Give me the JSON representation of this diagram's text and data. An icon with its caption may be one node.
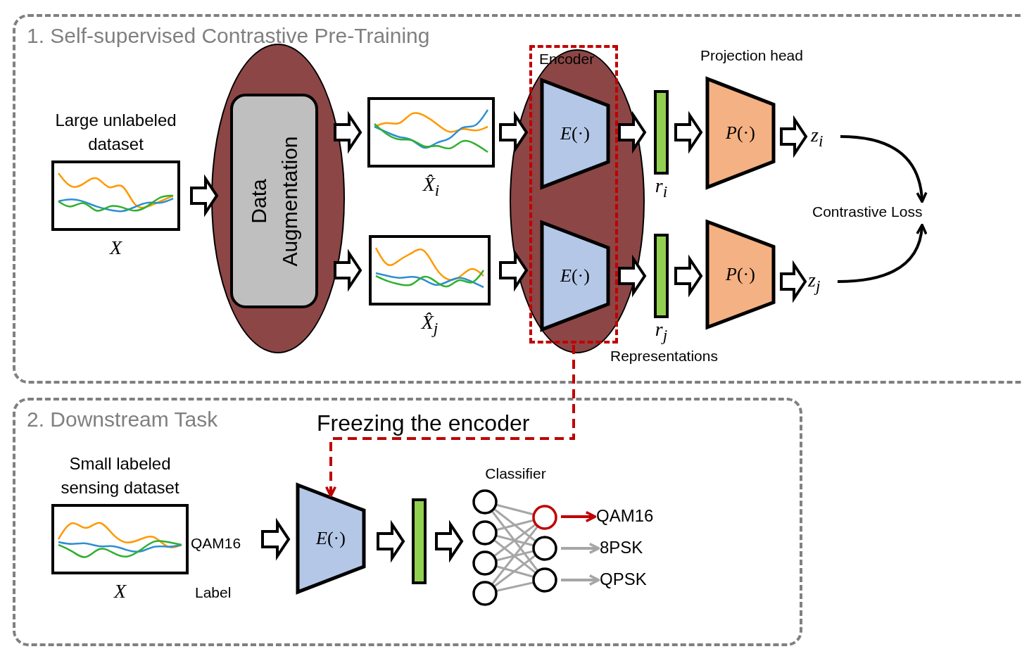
{
  "diagram": {
    "nodes": [
      {
        "text": [
          "1. Self-supervised Contrastive Pre-Training"
        ]
      },
      {
        "text": [
          "Large unlabeled dataset"
        ],
        "beside": [
          "X"
        ],
        "in": 0
      },
      {
        "text": [],
        "shape": "ellipse",
        "in": 0
      },
      {
        "text": [
          "Data Augmentation"
        ],
        "in": 2
      },
      {
        "text": [],
        "shape": "picture",
        "beside": [
          "X̂$_{i}$"
        ],
        "in": 0
      },
      {
        "text": [],
        "shape": "picture",
        "beside": [
          "X̂$_{j}$"
        ],
        "in": 0
      },
      {
        "text": [],
        "shape": "ellipse",
        "in": 0
      },
      {
        "text": [
          "Encoder"
        ],
        "in": 6
      },
      {
        "text": [
          "*E*(·)"
        ],
        "in": 7
      },
      {
        "text": [
          "*E*(·)"
        ],
        "in": 7
      },
      {
        "text": [],
        "shape": "bar",
        "beside": [
          "r$_{i}$"
        ],
        "in": 0
      },
      {
        "text": [],
        "shape": "bar",
        "beside": [
          "r$_{j}$"
        ],
        "in": 0
      },
      {
        "text": [
          "*P*(·)"
        ],
        "in": 0
      },
      {
        "text": [
          "*P*(·)"
        ],
        "in": 0
      },
      {
        "text": [
          "z$_{i}$"
        ],
        "in": 0
      },
      {
        "text": [
          "z$_{j}$"
        ],
        "in": 0
      },
      {
        "text": [
          "Contrastive Loss"
        ],
        "in": 0
      },
      {
        "text": [
          "2. Downstream Task"
        ]
      },
      {
        "text": [
          "Small labeled sensing dataset"
        ],
        "beside": [
          "X",
          "QAM16",
          "Label"
        ],
        "in": 17
      },
      {
        "text": [
          "*E*(·)"
        ],
        "in": 17
      },
      {
        "text": [],
        "shape": "bar",
        "in": 17
      },
      {
        "text": [
          "Classifier"
        ],
        "in": 17
      },
      {
        "text": [
          "QAM16"
        ],
        "in": 17
      },
      {
        "text": [
          "8PSK"
        ],
        "in": 17
      },
      {
        "text": [
          "QPSK"
        ],
        "in": 17
      }
    ],
    "edges": [
      {
        "from": 1,
        "to": 2,
        "arrow": "to"
      },
      {
        "from": 2,
        "to": 4,
        "arrow": "to"
      },
      {
        "from": 2,
        "to": 5,
        "arrow": "to"
      },
      {
        "from": 4,
        "to": 8,
        "arrow": "to"
      },
      {
        "from": 5,
        "to": 9,
        "arrow": "to"
      },
      {
        "from": 8,
        "to": 10,
        "arrow": "to"
      },
      {
        "from": 9,
        "to": 11,
        "arrow": "to"
      },
      {
        "from": 10,
        "to": 12,
        "arrow": "to"
      },
      {
        "from": 11,
        "to": 13,
        "arrow": "to"
      },
      {
        "from": 12,
        "to": 14,
        "arrow": "to"
      },
      {
        "from": 13,
        "to": 15,
        "arrow": "to"
      },
      {
        "from": 14,
        "to": 16,
        "arrow": "to"
      },
      {
        "from": 15,
        "to": 16,
        "arrow": "to"
      },
      {
        "from": 7,
        "to": 19,
        "arrow": "to",
        "label": "Freezing the encoder",
        "style": "dashed",
        "color": "#c00000"
      },
      {
        "from": 18,
        "to": 19,
        "arrow": "to"
      },
      {
        "from": 19,
        "to": 20,
        "arrow": "to"
      },
      {
        "from": 20,
        "to": 21,
        "arrow": "to"
      },
      {
        "from": 21,
        "to": 22,
        "arrow": "to",
        "color": "#c00000"
      },
      {
        "from": 21,
        "to": 23,
        "arrow": "to",
        "color": "#a6a6a6"
      },
      {
        "from": 21,
        "to": 24,
        "arrow": "to",
        "color": "#a6a6a6"
      }
    ],
    "labels": [
      "Projection head",
      "Representations"
    ]
  }
}
